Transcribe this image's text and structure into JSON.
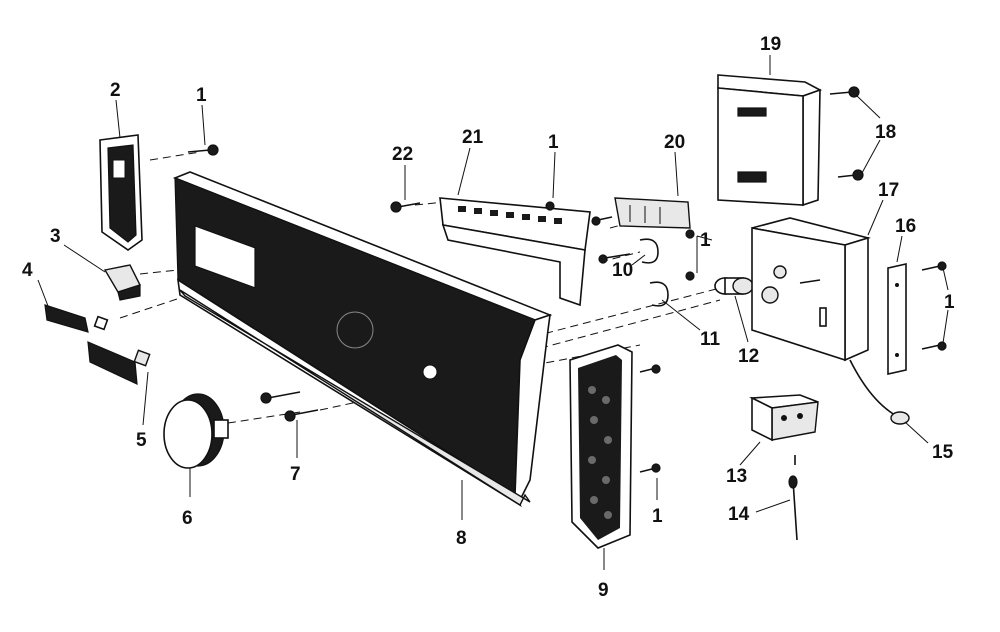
{
  "labels": {
    "l1a": "1",
    "l1b": "1",
    "l1c": "1",
    "l1d": "1",
    "l1e": "1",
    "l1f": "1",
    "l2": "2",
    "l3": "3",
    "l4": "4",
    "l5": "5",
    "l6": "6",
    "l7": "7",
    "l8": "8",
    "l9": "9",
    "l10": "10",
    "l11": "11",
    "l12": "12",
    "l13": "13",
    "l14": "14",
    "l15": "15",
    "l16": "16",
    "l17": "17",
    "l18": "18",
    "l19": "19",
    "l20": "20",
    "l21": "21",
    "l22": "22"
  },
  "colors": {
    "ink": "#111111",
    "paper": "#ffffff"
  }
}
